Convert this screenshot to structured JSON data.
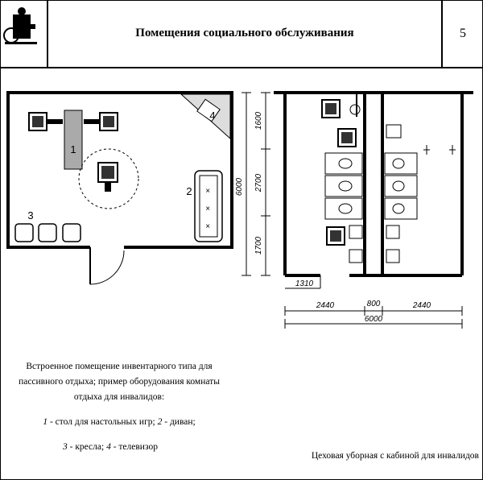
{
  "header": {
    "title": "Помещения социального обслуживания",
    "page_number": "5",
    "logo_icon": "wheelchair-person-icon"
  },
  "plan_left": {
    "labels": [
      "1",
      "2",
      "3",
      "4"
    ],
    "dimension": "6000"
  },
  "plan_right": {
    "dims_vertical": [
      "1600",
      "2700",
      "1700"
    ],
    "dim_door": "1310",
    "dims_bottom": [
      "2440",
      "800",
      "2440"
    ],
    "dim_total": "6000"
  },
  "captions": {
    "left_desc": "Встроенное помещение инвентарного типа для пассивного отдыха; пример оборудования комнаты отдыха для инвалидов:",
    "legend_1": "1",
    "legend_1_text": " - стол для настольных игр; ",
    "legend_2": "2",
    "legend_2_text": " - диван;",
    "legend_3": "3",
    "legend_3_text": " - кресла; ",
    "legend_4": "4",
    "legend_4_text": " - телевизор",
    "right": "Цеховая уборная с кабиной для инвалидов"
  }
}
